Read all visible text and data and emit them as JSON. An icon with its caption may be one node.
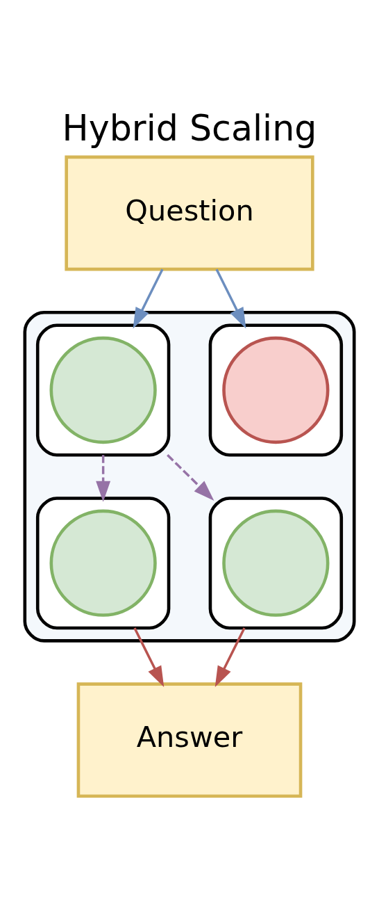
{
  "diagram": {
    "title": "Hybrid Scaling",
    "nodes": [
      {
        "text": [
          "Question"
        ]
      },
      {
        "text": [],
        "shape": "box"
      },
      {
        "text": [],
        "shape": "box",
        "in": 1
      },
      {
        "text": [],
        "shape": "box",
        "in": 1
      },
      {
        "text": [],
        "shape": "box",
        "in": 1
      },
      {
        "text": [],
        "shape": "box",
        "in": 1
      },
      {
        "text": [],
        "shape": "circle",
        "in": 2
      },
      {
        "text": [],
        "shape": "circle",
        "in": 3
      },
      {
        "text": [],
        "shape": "circle",
        "in": 4
      },
      {
        "text": [],
        "shape": "circle",
        "in": 5
      },
      {
        "text": [
          "Answer"
        ]
      }
    ],
    "edges": [
      {
        "from": 0,
        "to": 2,
        "arrow": "to",
        "color": "#6c8ebf"
      },
      {
        "from": 0,
        "to": 3,
        "arrow": "to",
        "color": "#6c8ebf"
      },
      {
        "from": 3,
        "to": 4,
        "arrow": "to",
        "style": "dashed",
        "color": "#9673a6"
      },
      {
        "from": 3,
        "to": 5,
        "arrow": "to",
        "style": "dashed",
        "color": "#9673a6"
      },
      {
        "from": 4,
        "to": 10,
        "arrow": "to",
        "color": "#b85450"
      },
      {
        "from": 5,
        "to": 10,
        "arrow": "to",
        "color": "#b85450"
      }
    ]
  }
}
